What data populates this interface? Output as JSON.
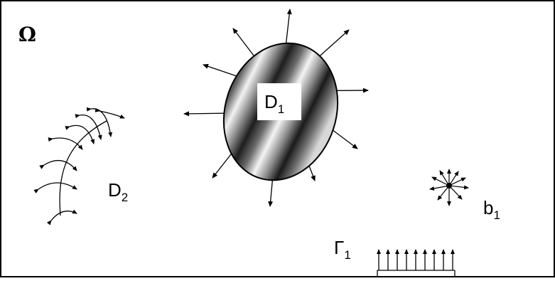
{
  "labels": {
    "domain": "Ω",
    "d1": {
      "main": "D",
      "sub": "1"
    },
    "d2": {
      "main": "D",
      "sub": "2"
    },
    "b1": {
      "main": "b",
      "sub": "1"
    },
    "gamma1": {
      "main": "Γ",
      "sub": "1"
    }
  }
}
